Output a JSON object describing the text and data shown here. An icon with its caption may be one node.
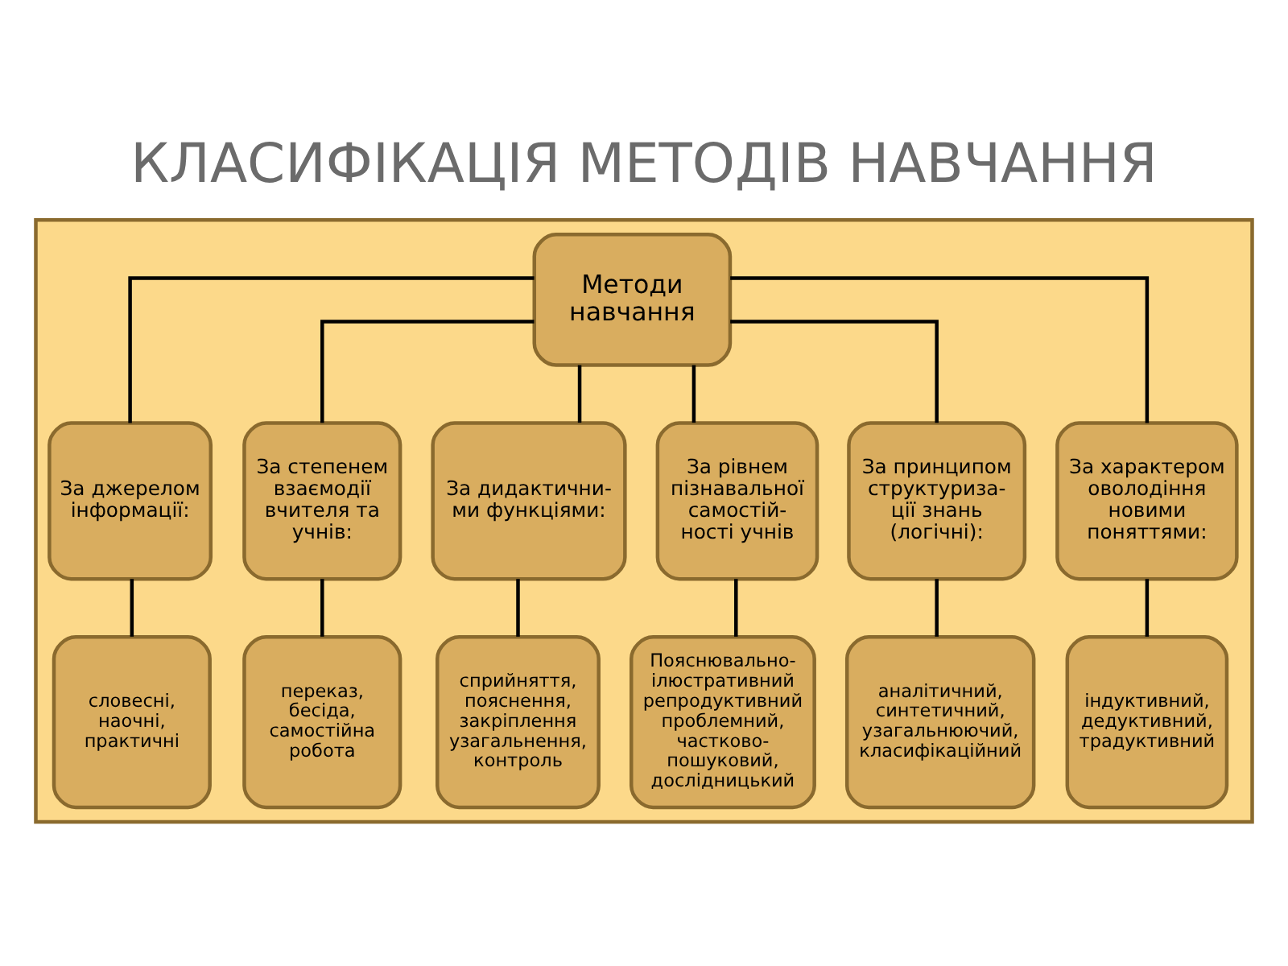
{
  "diagram": {
    "title": "КЛАСИФІКАЦІЯ МЕТОДІВ НАВЧАННЯ",
    "nodes": [
      {
        "text": [],
        "shape": "box"
      },
      {
        "text": [
          "Методи навчання"
        ],
        "in": 0
      },
      {
        "text": [
          "За джерелом інформації:"
        ],
        "in": 0
      },
      {
        "text": [
          "За степенем взаємодії вчителя та учнів:"
        ],
        "in": 0
      },
      {
        "text": [
          "За дидактични- ми функціями:"
        ],
        "in": 0
      },
      {
        "text": [
          "За рівнем пізнавальної самостій- ності учнів"
        ],
        "in": 0
      },
      {
        "text": [
          "За принципом структуриза- ції знань (логічні):"
        ],
        "in": 0
      },
      {
        "text": [
          "За характером оволодіння новими поняттями:"
        ],
        "in": 0
      },
      {
        "text": [
          "словесні, наочні, практичні"
        ],
        "in": 0
      },
      {
        "text": [
          "переказ, бесіда, самостійна робота"
        ],
        "in": 0
      },
      {
        "text": [
          "сприйняття, пояснення, закріплення узагальнення, контроль"
        ],
        "in": 0
      },
      {
        "text": [
          "Пояснювально- ілюстративний репродуктивний проблемний, частково- пошуковий, дослідницький"
        ],
        "in": 0
      },
      {
        "text": [
          "аналітичний, синтетичний, узагальнюючий, класифікаційний"
        ],
        "in": 0
      },
      {
        "text": [
          "індуктивний, дедуктивний, традуктивний"
        ],
        "in": 0
      }
    ],
    "edges": [
      {
        "from": 1,
        "to": 2,
        "arrow": "none"
      },
      {
        "from": 1,
        "to": 3,
        "arrow": "none"
      },
      {
        "from": 1,
        "to": 4,
        "arrow": "none"
      },
      {
        "from": 1,
        "to": 5,
        "arrow": "none"
      },
      {
        "from": 1,
        "to": 6,
        "arrow": "none"
      },
      {
        "from": 1,
        "to": 7,
        "arrow": "none"
      },
      {
        "from": 2,
        "to": 8,
        "arrow": "none"
      },
      {
        "from": 3,
        "to": 9,
        "arrow": "none"
      },
      {
        "from": 4,
        "to": 10,
        "arrow": "none"
      },
      {
        "from": 5,
        "to": 11,
        "arrow": "none"
      },
      {
        "from": 6,
        "to": 12,
        "arrow": "none"
      },
      {
        "from": 7,
        "to": 13,
        "arrow": "none"
      }
    ]
  }
}
